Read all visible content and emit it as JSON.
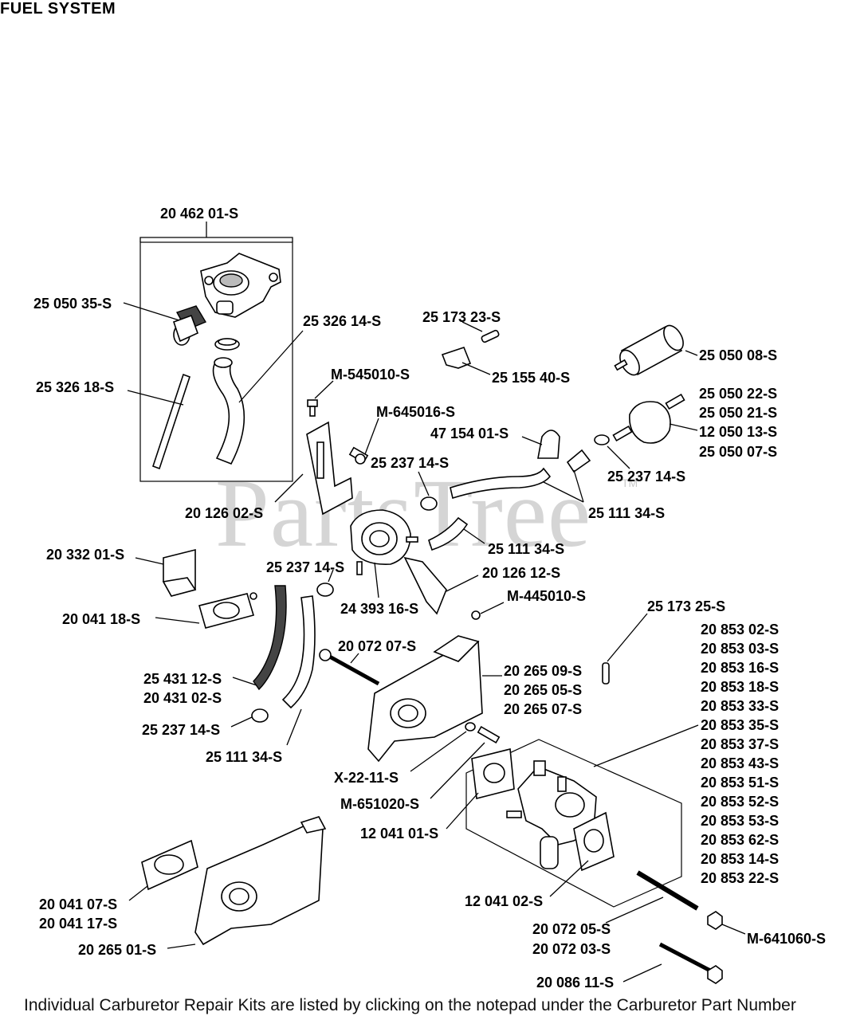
{
  "title": "FUEL SYSTEM",
  "watermark": "PartsTree",
  "watermark_tm": "TM",
  "footer": "Individual Carburetor Repair Kits are listed by clicking on the notepad under the Carburetor Part Number",
  "labels": {
    "l01": "20 462 01-S",
    "l02": "25 050 35-S",
    "l03": "25 326 14-S",
    "l04": "25 326 18-S",
    "l05": "M-545010-S",
    "l06": "M-645016-S",
    "l07": "25 173 23-S",
    "l08": "25 155 40-S",
    "l09": "25 050 08-S",
    "l10": "25 050 22-S",
    "l11": "25 050 21-S",
    "l12": "12 050 13-S",
    "l13": "25 050 07-S",
    "l14": "47 154 01-S",
    "l15": "25 237 14-S",
    "l16": "25 237 14-S",
    "l17": "20 126 02-S",
    "l18": "25 111 34-S",
    "l19": "25 111 34-S",
    "l20": "20 332 01-S",
    "l21": "25 237 14-S",
    "l22": "20 126 12-S",
    "l23": "M-445010-S",
    "l24": "20 041 18-S",
    "l25": "24 393 16-S",
    "l26": "25 173 25-S",
    "l27": "20 072 07-S",
    "l28": "20 265 09-S",
    "l29": "20 265 05-S",
    "l30": "20 265 07-S",
    "l31": "25 431 12-S",
    "l32": "20 431 02-S",
    "l33": "25 237 14-S",
    "l34": "25 111 34-S",
    "l35": "X-22-11-S",
    "l36": "M-651020-S",
    "l37": "12 041 01-S",
    "l38": "20 041 07-S",
    "l39": "20 041 17-S",
    "l40": "20 265 01-S",
    "l41": "12 041 02-S",
    "l42": "20 072 05-S",
    "l43": "20 072 03-S",
    "l44": "M-641060-S",
    "l45": "20 086 11-S"
  },
  "carb_list": [
    "20 853 02-S",
    "20 853 03-S",
    "20 853 16-S",
    "20 853 18-S",
    "20 853 33-S",
    "20 853 35-S",
    "20 853 37-S",
    "20 853 43-S",
    "20 853 51-S",
    "20 853 52-S",
    "20 853 53-S",
    "20 853 62-S",
    "20 853 14-S",
    "20 853 22-S"
  ]
}
